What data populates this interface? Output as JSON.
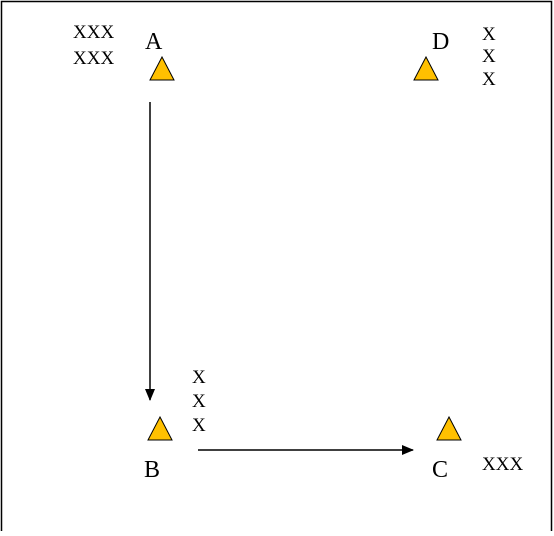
{
  "colors": {
    "background": "#ffffff",
    "border": "#000000",
    "marker_fill": "#ffc000",
    "marker_stroke": "#000000",
    "arrow": "#000000",
    "text": "#000000"
  },
  "nodes": [
    {
      "id": "A",
      "label": "A",
      "marker_icon": "triangle-icon",
      "annotation": [
        "XXX",
        "XXX"
      ]
    },
    {
      "id": "D",
      "label": "D",
      "marker_icon": "triangle-icon",
      "annotation": [
        "X",
        "X",
        "X"
      ]
    },
    {
      "id": "B",
      "label": "B",
      "marker_icon": "triangle-icon",
      "annotation": [
        "X",
        "X",
        "X"
      ]
    },
    {
      "id": "C",
      "label": "C",
      "marker_icon": "triangle-icon",
      "annotation": [
        "XXX"
      ]
    }
  ],
  "edges": [
    {
      "from": "A",
      "to": "B",
      "style": "arrow"
    },
    {
      "from": "B",
      "to": "C",
      "style": "arrow"
    }
  ]
}
